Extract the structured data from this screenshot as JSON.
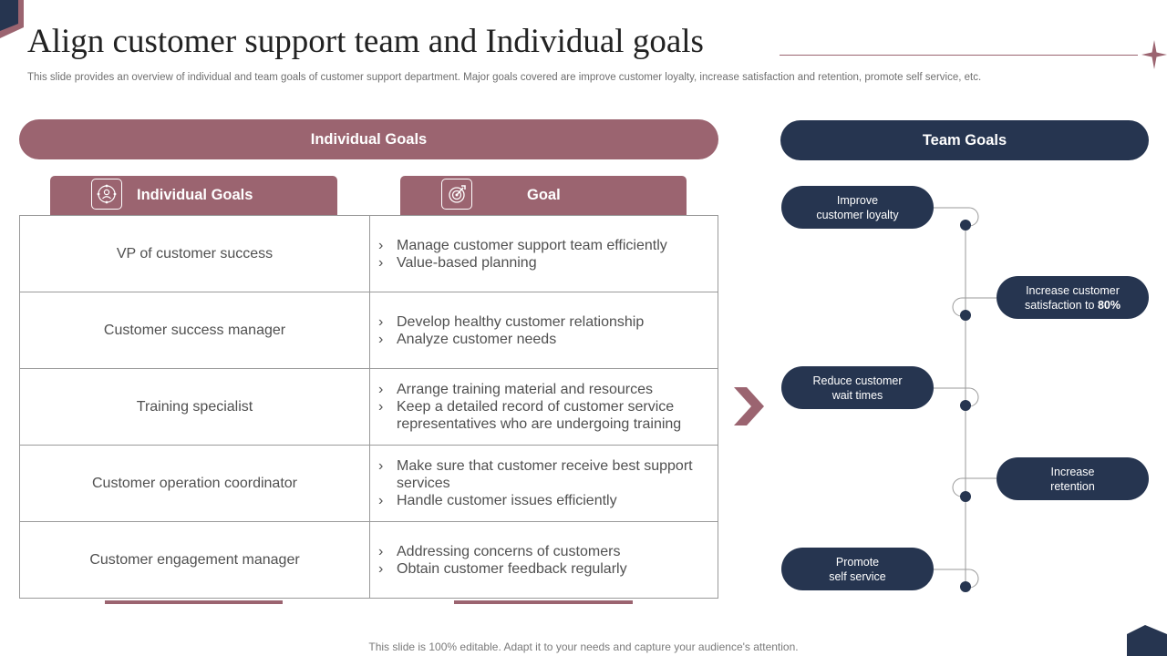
{
  "slide": {
    "title": "Align customer support team and Individual goals",
    "subtitle": "This slide provides an overview of individual and team goals of customer support department. Major goals covered are improve customer loyalty, increase satisfaction and retention, promote self service, etc.",
    "footer": "This slide is 100% editable. Adapt it to your needs and capture your audience's attention."
  },
  "individual": {
    "header": "Individual Goals",
    "col1_label": "Individual Goals",
    "col2_label": "Goal",
    "col1_icon": "users-network-icon",
    "col2_icon": "target-icon",
    "bullet": "›",
    "rows": [
      {
        "role": "VP of customer success",
        "goals": [
          "Manage customer support team efficiently",
          "Value-based planning"
        ]
      },
      {
        "role": "Customer success manager",
        "goals": [
          "Develop healthy  customer relationship",
          "Analyze customer needs"
        ]
      },
      {
        "role": "Training specialist",
        "goals": [
          "Arrange training material and resources",
          "Keep a detailed record of customer service representatives who are undergoing training"
        ]
      },
      {
        "role": "Customer operation coordinator",
        "goals": [
          "Make sure that customer receive best support services",
          "Handle customer issues efficiently"
        ]
      },
      {
        "role": "Customer engagement manager",
        "goals": [
          "Addressing concerns of customers",
          "Obtain customer feedback regularly"
        ]
      }
    ]
  },
  "team": {
    "header": "Team Goals",
    "goals": [
      {
        "text": "Improve\ncustomer loyalty",
        "side": "left"
      },
      {
        "text": "Increase customer\nsatisfaction to ",
        "emphasis": "80%",
        "side": "right"
      },
      {
        "text": "Reduce customer\nwait times",
        "side": "left"
      },
      {
        "text": "Increase\nretention",
        "side": "right"
      },
      {
        "text": "Promote\nself service",
        "side": "left"
      }
    ]
  },
  "colors": {
    "accent": "#9b6470",
    "navy": "#263550",
    "border": "#9a9a9a"
  }
}
